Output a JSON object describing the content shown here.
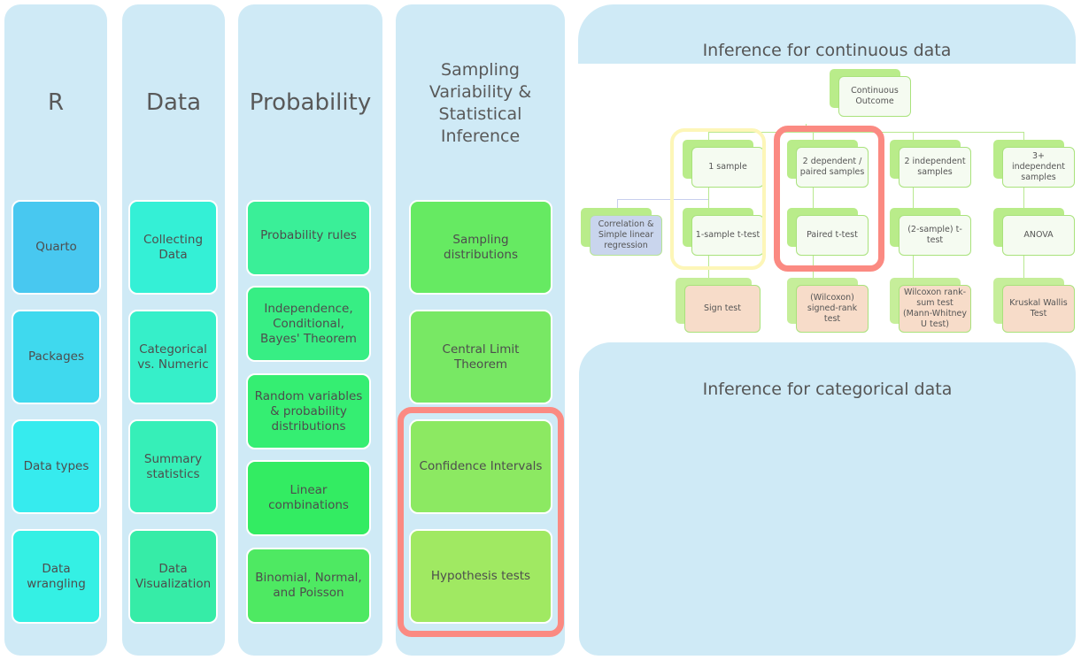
{
  "columns": [
    {
      "title": "R",
      "color": "#48c8f0",
      "items": [
        "Quarto",
        "Packages",
        "Data types",
        "Data wrangling"
      ]
    },
    {
      "title": "Data",
      "color": "#34f0d2",
      "items": [
        "Collecting Data",
        "Categorical vs. Numeric",
        "Summary statistics",
        "Data Visualization"
      ]
    },
    {
      "title": "Probability",
      "color": "#37ef8c",
      "items": [
        "Probability rules",
        "Independence, Conditional, Bayes' Theorem",
        "Random variables & probability distributions",
        "Linear combinations",
        "Binomial, Normal, and Poisson"
      ]
    },
    {
      "title": "Sampling Variability & Statistical Inference",
      "color": "#6aea62",
      "items": [
        "Sampling distributions",
        "Central Limit Theorem",
        "Confidence Intervals",
        "Hypothesis tests"
      ]
    }
  ],
  "continuous": {
    "title": "Inference for continuous data",
    "root": "Continuous Outcome",
    "groups": [
      "1 sample",
      "2 dependent / paired samples",
      "2 independent samples",
      "3+ independent samples"
    ],
    "parametric": [
      "1-sample t-test",
      "Paired t-test",
      "(2-sample) t-test",
      "ANOVA"
    ],
    "nonparametric": [
      "Sign test",
      "(Wilcoxon) signed-rank test",
      "Wilcoxon rank-sum test (Mann-Whitney U test)",
      "Kruskal Wallis Test"
    ],
    "side": "Correlation & Simple linear regression"
  },
  "categorical": {
    "title": "Inference for categorical data"
  },
  "colors": {
    "highlight_red": "#fb8a82",
    "highlight_yellow": "#fdf6b8",
    "panel_bg": "#cfeaf6"
  }
}
